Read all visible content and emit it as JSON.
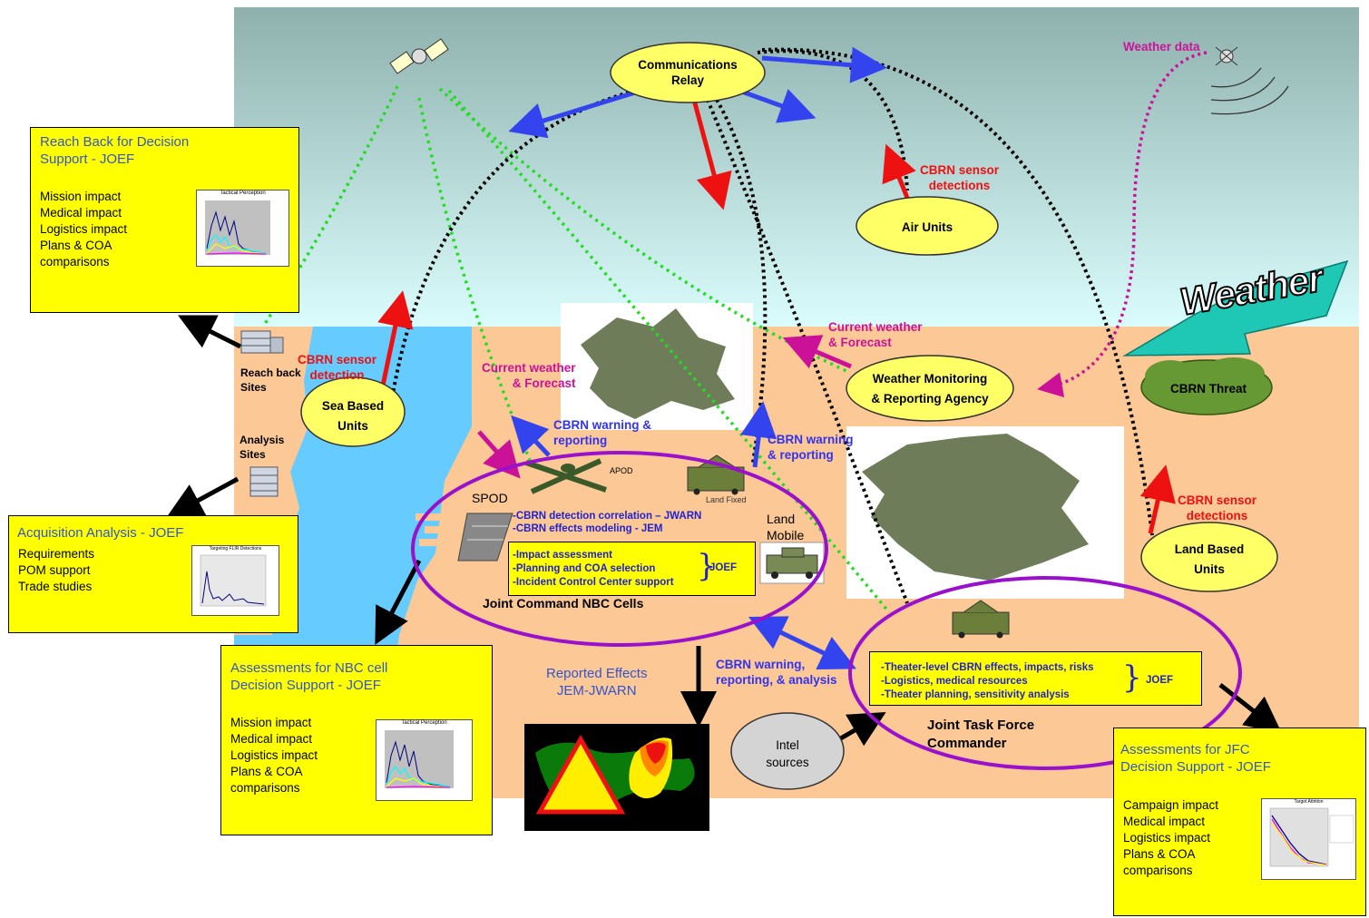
{
  "sky": {
    "top_color": "#8fb1ad",
    "bottom_color": "#d9fbfb"
  },
  "ground_color": "#fbc896",
  "sea_color": "#66ccff",
  "accent_yellow": "#ffff00",
  "nodes": {
    "comms_relay": [
      "Communications",
      "Relay"
    ],
    "air_units": "Air Units",
    "sea_units": [
      "Sea Based",
      "Units"
    ],
    "weather_agency": [
      "Weather Monitoring",
      "& Reporting Agency"
    ],
    "cbrn_threat": "CBRN Threat",
    "land_units": [
      "Land Based",
      "Units"
    ],
    "intel": [
      "Intel",
      "sources"
    ]
  },
  "weather_word": "Weather",
  "labels": {
    "weather_data": "Weather data",
    "cbrn_air": [
      "CBRN sensor",
      "detections"
    ],
    "cbrn_sea": [
      "CBRN sensor",
      "detection"
    ],
    "cbrn_land": [
      "CBRN sensor",
      "detections"
    ],
    "current_weather_left": [
      "Current weather",
      "& Forecast"
    ],
    "current_weather_right": [
      "Current weather",
      "& Forecast"
    ],
    "warning_left": [
      "CBRN warning &",
      "reporting"
    ],
    "warning_mid": [
      "CBRN warning",
      "& reporting"
    ],
    "warning_analysis": [
      "CBRN warning,",
      "reporting, & analysis"
    ],
    "reach_back_sites": [
      "Reach back",
      "Sites"
    ],
    "analysis_sites": [
      "Analysis",
      "Sites"
    ],
    "spod": "SPOD",
    "apod": "APOD",
    "land_fixed": "Land Fixed",
    "land_mobile": [
      "Land",
      "Mobile"
    ],
    "reported_effects": [
      "Reported Effects",
      "JEM-JWARN"
    ]
  },
  "joint_command": {
    "title": "Joint Command NBC Cells",
    "lines": [
      "-CBRN detection correlation – JWARN",
      "-CBRN effects modeling - JEM"
    ],
    "box_items": [
      "-Impact assessment",
      "-Planning and COA selection",
      "-Incident Control Center support"
    ],
    "joef": "JOEF"
  },
  "jtf": {
    "title": [
      "Joint Task Force",
      "Commander"
    ],
    "box_items": [
      "-Theater-level CBRN effects, impacts, risks",
      "-Logistics, medical resources",
      "-Theater planning, sensitivity analysis"
    ],
    "joef": "JOEF"
  },
  "boxes": {
    "reach_back": {
      "title": [
        "Reach Back for Decision",
        "Support - JOEF"
      ],
      "items": [
        "Mission impact",
        "Medical impact",
        "Logistics impact",
        "Plans & COA",
        "comparisons"
      ],
      "chart_title": "Tactical Perception"
    },
    "acquisition": {
      "title": [
        "Acquisition Analysis - JOEF"
      ],
      "items": [
        "Requirements",
        "POM support",
        "Trade studies"
      ],
      "chart_title": "Targeting FLIR Detections"
    },
    "nbc_cell": {
      "title": [
        "Assessments for NBC cell",
        "Decision Support - JOEF"
      ],
      "items": [
        "Mission impact",
        "Medical impact",
        "Logistics impact",
        "Plans & COA",
        "comparisons"
      ],
      "chart_title": "Tactical Perception"
    },
    "jfc": {
      "title": [
        "Assessments for JFC",
        "Decision Support - JOEF"
      ],
      "items": [
        "Campaign impact",
        "Medical impact",
        "Logistics impact",
        "Plans & COA",
        "comparisons"
      ],
      "chart_title": "Target Attrition"
    }
  }
}
